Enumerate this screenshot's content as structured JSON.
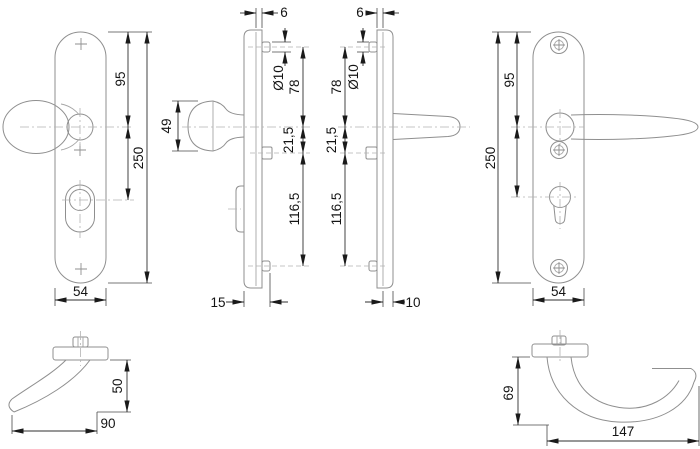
{
  "drawing": {
    "kind": "door-handle-security-set-technical-drawing",
    "line_color": "#8f8f8f",
    "dim_color": "#2f2f2f",
    "background": "#ffffff"
  },
  "dims": {
    "left_plate": {
      "to_axis": "95",
      "total": "250",
      "width": "54"
    },
    "left_side": {
      "top_thickness": "6",
      "boss_diameter": "Ø10",
      "boss_to_axis": "78",
      "axis_offset": "21,5",
      "offset_to_boss": "116,5",
      "knob_depth": "49",
      "bottom_thickness": "15"
    },
    "right_side": {
      "top_thickness": "6",
      "boss_diameter": "Ø10",
      "boss_to_axis": "78",
      "axis_offset": "21,5",
      "offset_to_boss": "116,5",
      "bottom_thickness": "10"
    },
    "right_plate": {
      "to_axis": "95",
      "total": "250",
      "width": "54"
    },
    "knob_top": {
      "height": "50",
      "width": "90"
    },
    "lever_top": {
      "height": "69",
      "length": "147"
    }
  }
}
